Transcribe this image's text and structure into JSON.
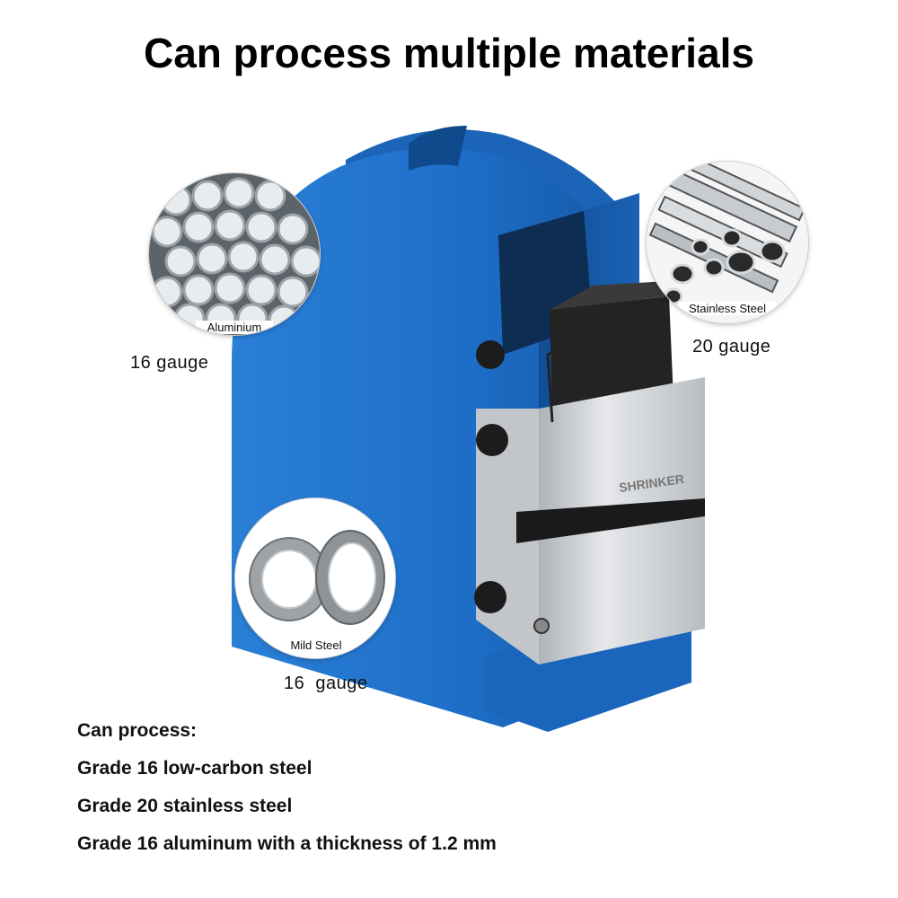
{
  "title": "Can process multiple materials",
  "samples": [
    {
      "label": "Aluminium",
      "gauge": "16 gauge",
      "icon": "aluminium-tubes-icon"
    },
    {
      "label": "Stainless Steel",
      "gauge": "20 gauge",
      "icon": "stainless-steel-tubes-icon"
    },
    {
      "label": "Mild Steel",
      "gauge": "16  gauge",
      "icon": "mild-steel-rings-icon"
    }
  ],
  "machine": {
    "brand": "SHRINKER",
    "colors": {
      "body": "#1e6ec8",
      "body_dark": "#114e97",
      "steel": "#c9cdd1",
      "rubber": "#1c1c1c"
    }
  },
  "info": {
    "heading": "Can process:",
    "lines": [
      "Grade 16 low-carbon steel",
      "Grade 20 stainless steel",
      "Grade 16 aluminum with a thickness of 1.2 mm"
    ]
  }
}
